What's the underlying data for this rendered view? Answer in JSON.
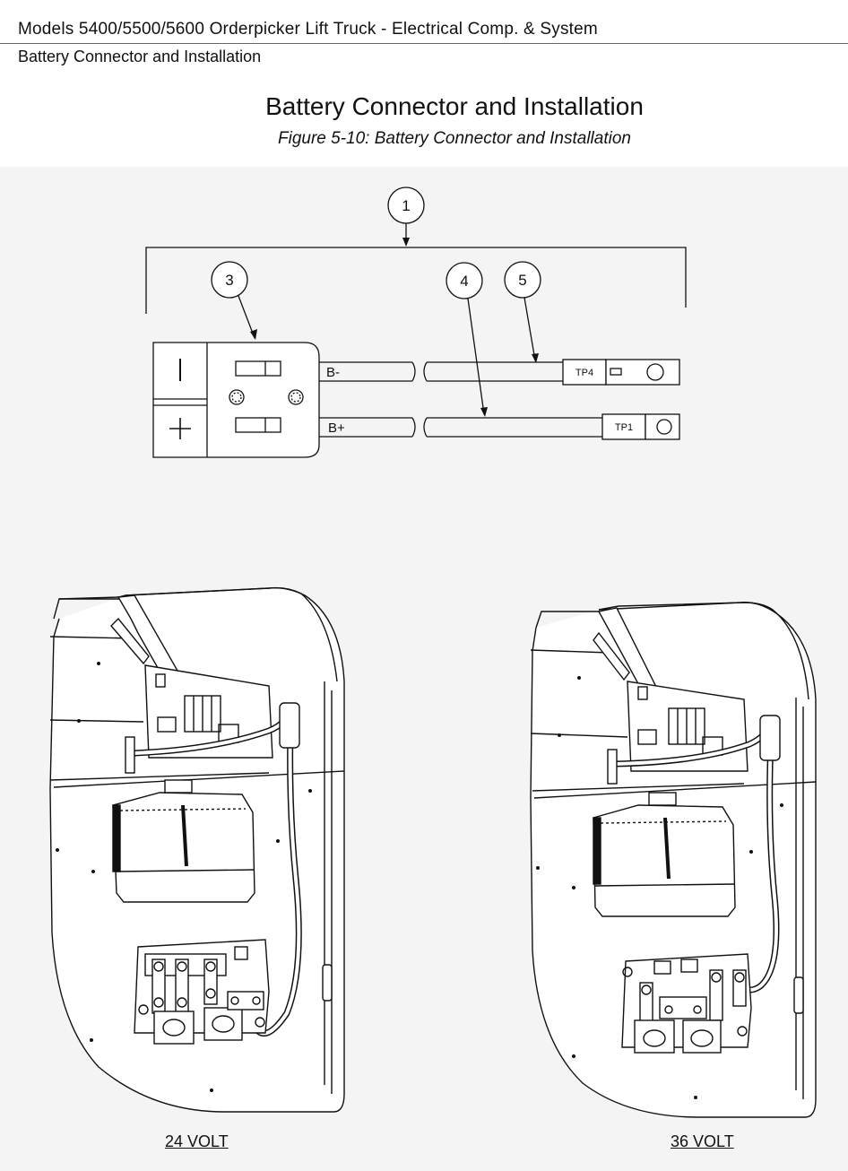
{
  "header": {
    "document_title": "Models 5400/5500/5600 Orderpicker Lift Truck - Electrical Comp. & System",
    "section": "Battery Connector and Installation"
  },
  "page_title": "Battery Connector and Installation",
  "figure_caption": "Figure 5-10: Battery Connector and Installation",
  "callouts": [
    "1",
    "3",
    "4",
    "5"
  ],
  "connector": {
    "negative_symbol": "|",
    "positive_symbol": "+",
    "cables": [
      {
        "label": "B-",
        "terminal": "TP4"
      },
      {
        "label": "B+",
        "terminal": "TP1"
      }
    ]
  },
  "views": [
    {
      "label": "24 VOLT"
    },
    {
      "label": "36 VOLT"
    }
  ]
}
